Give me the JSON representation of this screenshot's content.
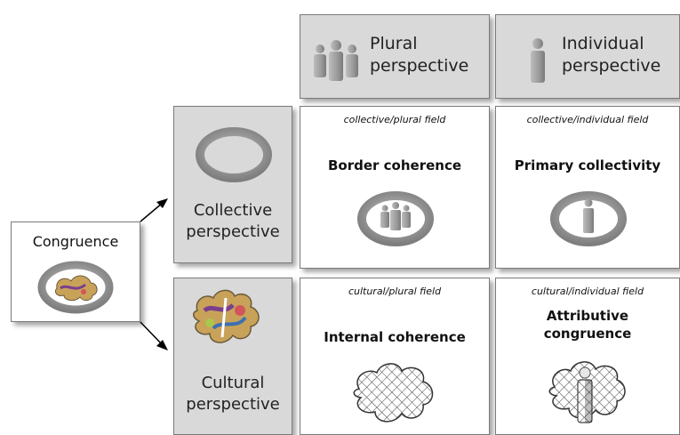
{
  "columns": {
    "plural": {
      "line1": "Plural",
      "line2": "perspective",
      "icon": "group-people-icon"
    },
    "individual": {
      "line1": "Individual",
      "line2": "perspective",
      "icon": "single-person-icon"
    }
  },
  "rows": {
    "collective": {
      "line1": "Collective",
      "line2": "perspective",
      "icon": "ring-icon"
    },
    "cultural": {
      "line1": "Cultural",
      "line2": "perspective",
      "icon": "colorful-puzzle-icon"
    }
  },
  "source": {
    "label": "Congruence",
    "icon": "colorful-ring-icon"
  },
  "cells": {
    "collective_plural": {
      "field": "collective/plural field",
      "title": "Border coherence"
    },
    "collective_individual": {
      "field": "collective/individual field",
      "title": "Primary collectivity"
    },
    "cultural_plural": {
      "field": "cultural/plural field",
      "title": "Internal coherence"
    },
    "cultural_individual": {
      "field": "cultural/individual field",
      "title_line1": "Attributive",
      "title_line2": "congruence"
    }
  },
  "colors": {
    "header_fill": "#d9d9d9",
    "ring_gray": "#8f8f8f",
    "person_gray": "#9c9c9c"
  }
}
